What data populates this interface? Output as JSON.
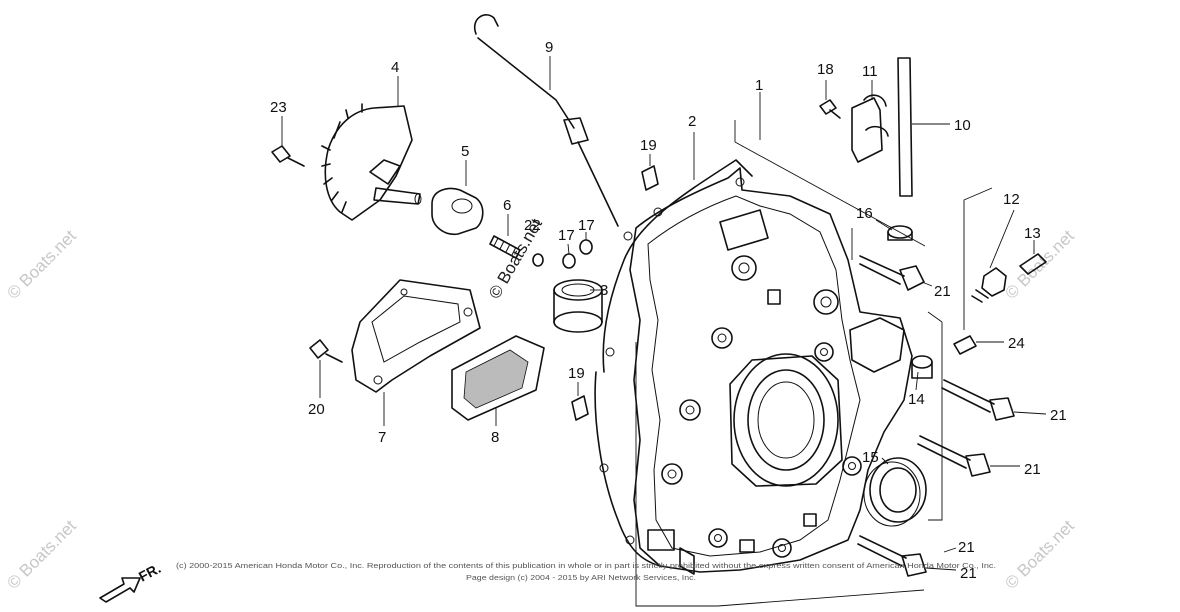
{
  "diagram": {
    "callouts": [
      "1",
      "2",
      "3",
      "4",
      "5",
      "6",
      "7",
      "8",
      "9",
      "10",
      "11",
      "12",
      "13",
      "14",
      "15",
      "16",
      "17",
      "17",
      "18",
      "19",
      "19",
      "20",
      "21",
      "21",
      "21",
      "21",
      "21",
      "22",
      "23",
      "24"
    ],
    "front_label": "FR.",
    "watermark": "© Boats.net",
    "copyright_line1": "(c) 2000-2015 American Honda Motor Co., Inc. Reproduction of the contents of this publication in whole or in part is strictly prohibited without the express written consent of American Honda Motor Co., Inc.",
    "copyright_line2": "Page design (c) 2004 - 2015 by ARI Network Services, Inc."
  }
}
